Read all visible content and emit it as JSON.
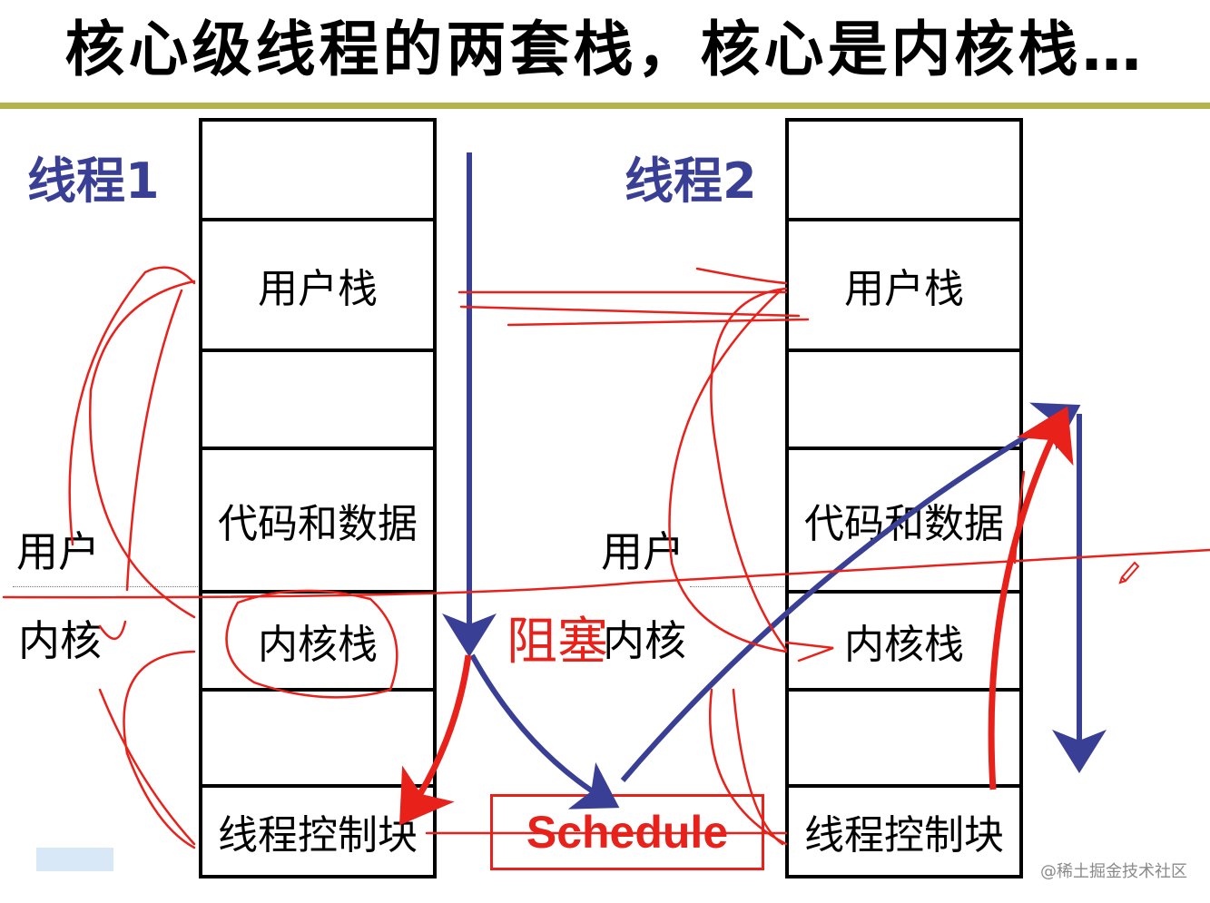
{
  "title": "核心级线程的两套栈，核心是内核栈…",
  "threads": {
    "t1": "线程1",
    "t2": "线程2"
  },
  "stack1": {
    "user_stack": "用户栈",
    "code_data": "代码和数据",
    "kernel_stack": "内核栈",
    "tcb": "线程控制块"
  },
  "stack2": {
    "user_stack": "用户栈",
    "code_data": "代码和数据",
    "kernel_stack": "内核栈",
    "tcb": "线程控制块"
  },
  "modes": {
    "user_left": "用户",
    "kernel_left": "内核",
    "user_mid": "用户",
    "kernel_mid": "内核"
  },
  "block_label": "阻塞",
  "schedule_label": "Schedule",
  "watermark": "@稀土掘金技术社区",
  "colors": {
    "thread_label": "#3a3f96",
    "annotation_red": "#e8211b",
    "flow_blue": "#3a3f96",
    "title_rule": "#b5b44a"
  }
}
